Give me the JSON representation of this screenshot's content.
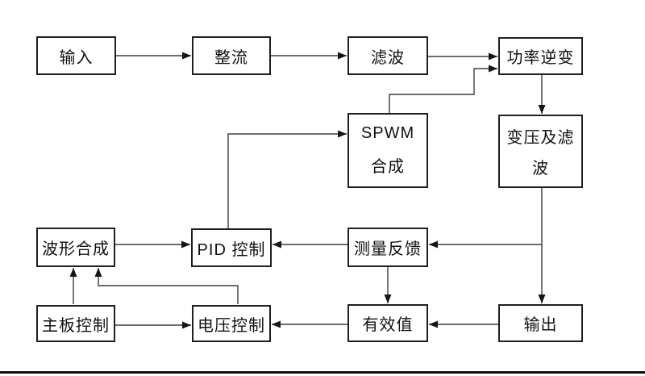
{
  "diagram": {
    "type": "flowchart",
    "colors": {
      "background": "#ffffff",
      "box_border": "#1f1f1f",
      "box_fill": "#ffffff",
      "line": "#3d3d3d",
      "arrowhead": "#151515",
      "bottom_rule": "#0f0f0f"
    },
    "nodes": {
      "input": {
        "label": "输入"
      },
      "rectify": {
        "label": "整流"
      },
      "filter": {
        "label": "滤波"
      },
      "power_inverter": {
        "label": "功率逆变"
      },
      "transform_filter": {
        "line1": "变压及滤",
        "line2": "波"
      },
      "spwm": {
        "line1": "SPWM",
        "line2": "合成"
      },
      "waveform_synthesis": {
        "label": "波形合成"
      },
      "pid_control": {
        "label": "PID 控制"
      },
      "measure_feedback": {
        "label": "测量反馈"
      },
      "mainboard_control": {
        "label": "主板控制"
      },
      "voltage_control": {
        "label": "电压控制"
      },
      "rms_value": {
        "label": "有效值"
      },
      "output": {
        "label": "输出"
      }
    },
    "edges": [
      {
        "from": "input",
        "to": "rectify"
      },
      {
        "from": "rectify",
        "to": "filter"
      },
      {
        "from": "filter",
        "to": "power_inverter"
      },
      {
        "from": "spwm",
        "to": "power_inverter"
      },
      {
        "from": "power_inverter",
        "to": "transform_filter"
      },
      {
        "from": "transform_filter",
        "to": "output"
      },
      {
        "from": "transform_filter",
        "to": "measure_feedback"
      },
      {
        "from": "measure_feedback",
        "to": "pid_control"
      },
      {
        "from": "waveform_synthesis",
        "to": "pid_control"
      },
      {
        "from": "pid_control",
        "to": "spwm"
      },
      {
        "from": "measure_feedback",
        "to": "rms_value"
      },
      {
        "from": "output",
        "to": "rms_value"
      },
      {
        "from": "rms_value",
        "to": "voltage_control"
      },
      {
        "from": "mainboard_control",
        "to": "voltage_control"
      },
      {
        "from": "mainboard_control",
        "to": "waveform_synthesis"
      },
      {
        "from": "voltage_control",
        "to": "waveform_synthesis"
      }
    ]
  }
}
